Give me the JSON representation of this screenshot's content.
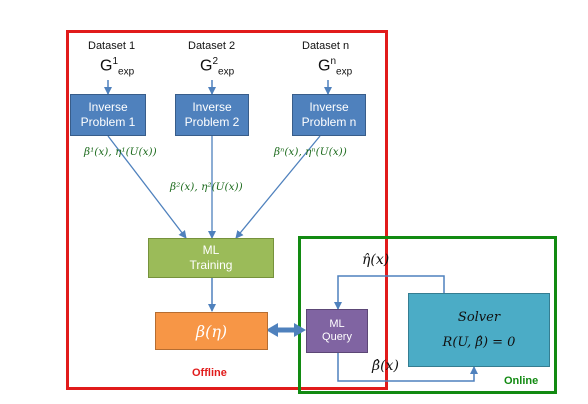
{
  "offline": {
    "label": "Offline",
    "datasets": [
      {
        "title": "Dataset 1",
        "g": "G",
        "sup": "1",
        "sub": "exp",
        "box_line1": "Inverse",
        "box_line2": "Problem 1",
        "output": "β¹(x), η¹(U(x))"
      },
      {
        "title": "Dataset 2",
        "g": "G",
        "sup": "2",
        "sub": "exp",
        "box_line1": "Inverse",
        "box_line2": "Problem 2",
        "output": "β²(x), η²(U(x))"
      },
      {
        "title": "Dataset n",
        "g": "G",
        "sup": "n",
        "sub": "exp",
        "box_line1": "Inverse",
        "box_line2": "Problem  n",
        "output": "βⁿ(x), ηⁿ(U(x))"
      }
    ],
    "training": {
      "line1": "ML",
      "line2": "Training"
    },
    "model": "β(η)"
  },
  "online": {
    "label": "Online",
    "query": {
      "line1": "ML",
      "line2": "Query"
    },
    "solver": {
      "title": "Solver",
      "equation": "R(U, β̂) = 0"
    },
    "eta_hat": "η̂(x)",
    "beta_hat": "β̂(x)"
  },
  "colors": {
    "offline_frame": "#e11b1b",
    "online_frame": "#128a12",
    "inverse_box": "#4f81bd",
    "training_box": "#9bbb59",
    "model_box": "#f79646",
    "query_box": "#8064a2",
    "solver_box": "#4bacc6",
    "arrow": "#4f81bd"
  }
}
